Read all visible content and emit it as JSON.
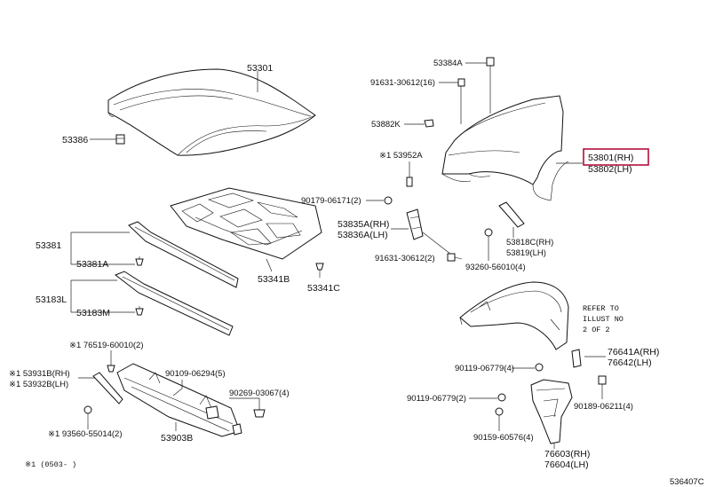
{
  "labels": {
    "p53301": "53301",
    "p53386": "53386",
    "p53381": "53381",
    "p53381A": "53381A",
    "p53341B": "53341B",
    "p53341C": "53341C",
    "p53183L": "53183L",
    "p53183M": "53183M",
    "p76519": "※1 76519-60010(2)",
    "p53931B": "※1 53931B(RH)",
    "p53932B": "※1 53932B(LH)",
    "p90109": "90109-06294(5)",
    "p90269": "90269-03067(4)",
    "p93560": "※1 93560-55014(2)",
    "p53903B": "53903B",
    "footnote": "※1 (0503-    )",
    "p53384A": "53384A",
    "p91631a": "91631-30612(16)",
    "p53882K": "53882K",
    "p53952A": "※1 53952A",
    "p53801": "53801(RH)",
    "p53802": "53802(LH)",
    "p90179": "90179-06171(2)",
    "p53835A": "53835A(RH)",
    "p53836A": "53836A(LH)",
    "p91631b": "91631-30612(2)",
    "p53818C": "53818C(RH)",
    "p53819": "53819(LH)",
    "p93260": "93260-56010(4)",
    "refer1": "REFER TO",
    "refer2": "ILLUST NO",
    "refer3": "2 OF 2",
    "p76641A": "76641A(RH)",
    "p76642": "76642(LH)",
    "p90119a": "90119-06779(4)",
    "p90119b": "90119-06779(2)",
    "p90189": "90189-06211(4)",
    "p90159": "90159-60576(4)",
    "p76603": "76603(RH)",
    "p76604": "76604(LH)",
    "drawing_id": "536407C"
  },
  "highlight": {
    "part": "53801(RH)",
    "color": "#b0103a"
  }
}
